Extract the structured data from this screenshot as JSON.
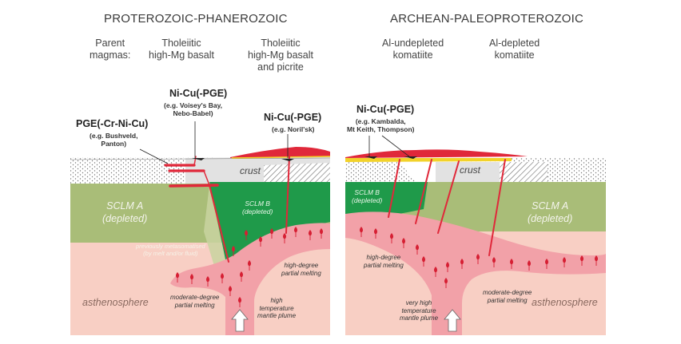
{
  "left_panel": {
    "title": "PROTEROZOIC-PHANEROZOIC",
    "parent_label": "Parent\nmagmas:",
    "magma_1": "Tholeiitic\nhigh-Mg basalt",
    "magma_2": "Tholeiitic\nhigh-Mg basalt\nand picrite",
    "ore_pge": "PGE(-Cr-Ni-Cu)",
    "ore_pge_example": "(e.g. Bushveld,\nPanton)",
    "ore_nicu_1": "Ni-Cu(-PGE)",
    "ore_nicu_1_example": "(e.g. Voisey's Bay,\nNebo-Babel)",
    "ore_nicu_2": "Ni-Cu(-PGE)",
    "ore_nicu_2_example": "(e.g. Noril'sk)",
    "crust": "crust",
    "sclm_a": "SCLM A\n(depleted)",
    "sclm_b": "SCLM B\n(depleted)",
    "metasomatised": "previously metasomatised\n(by melt and/or fluid)",
    "asthenosphere": "asthenosphere",
    "moderate_melting": "moderate-degree\npartial melting",
    "high_temp_plume": "high\ntemperature\nmantle plume",
    "high_melting": "high-degree\npartial melting"
  },
  "right_panel": {
    "title": "ARCHEAN-PALEOPROTEROZOIC",
    "magma_1": "Al-undepleted\nkomatiite",
    "magma_2": "Al-depleted\nkomatiite",
    "ore_nicu": "Ni-Cu(-PGE)",
    "ore_nicu_example": "(e.g. Kambalda,\nMt Keith, Thompson)",
    "crust": "crust",
    "sclm_a": "SCLM A\n(depleted)",
    "sclm_b": "SCLM B\n(depleted)",
    "asthenosphere": "asthenosphere",
    "high_melting": "high-degree\npartial melting",
    "very_high_temp_plume": "very high\ntemperature\nmantle plume",
    "moderate_melting": "moderate-degree\npartial melting"
  },
  "colors": {
    "sclm_a": "#a9bd78",
    "sclm_b": "#1f9a4a",
    "asthenosphere": "#f8cfc4",
    "plume": "#f2a1a8",
    "melt": "#e0283a",
    "crust": "#e2e2e2",
    "komatiite_flow": "#f2d22a"
  }
}
